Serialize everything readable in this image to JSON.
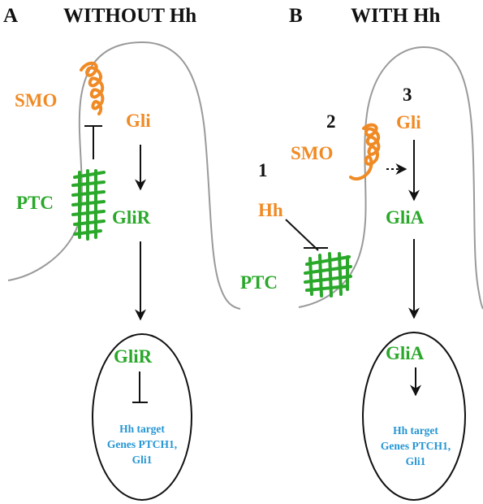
{
  "panel_a": {
    "letter": "A",
    "title": "WITHOUT Hh",
    "smo": "SMO",
    "gli": "Gli",
    "ptc": "PTC",
    "glir_cyto": "GliR",
    "glir_nucleus": "GliR",
    "target_line1": "Hh target",
    "target_line2": "Genes PTCH1,",
    "target_line3": "Gli1"
  },
  "panel_b": {
    "letter": "B",
    "title": "WITH Hh",
    "step1": "1",
    "step2": "2",
    "step3": "3",
    "hh": "Hh",
    "smo": "SMO",
    "gli": "Gli",
    "ptc": "PTC",
    "glia_cyto": "GliA",
    "glia_nucleus": "GliA",
    "target_line1": "Hh target",
    "target_line2": "Genes PTCH1,",
    "target_line3": "Gli1"
  },
  "colors": {
    "smo_gli_hh": "#f08a24",
    "ptc_gli_states": "#2aa82a",
    "target_genes": "#2596d4",
    "membrane": "#9a9a9a"
  }
}
